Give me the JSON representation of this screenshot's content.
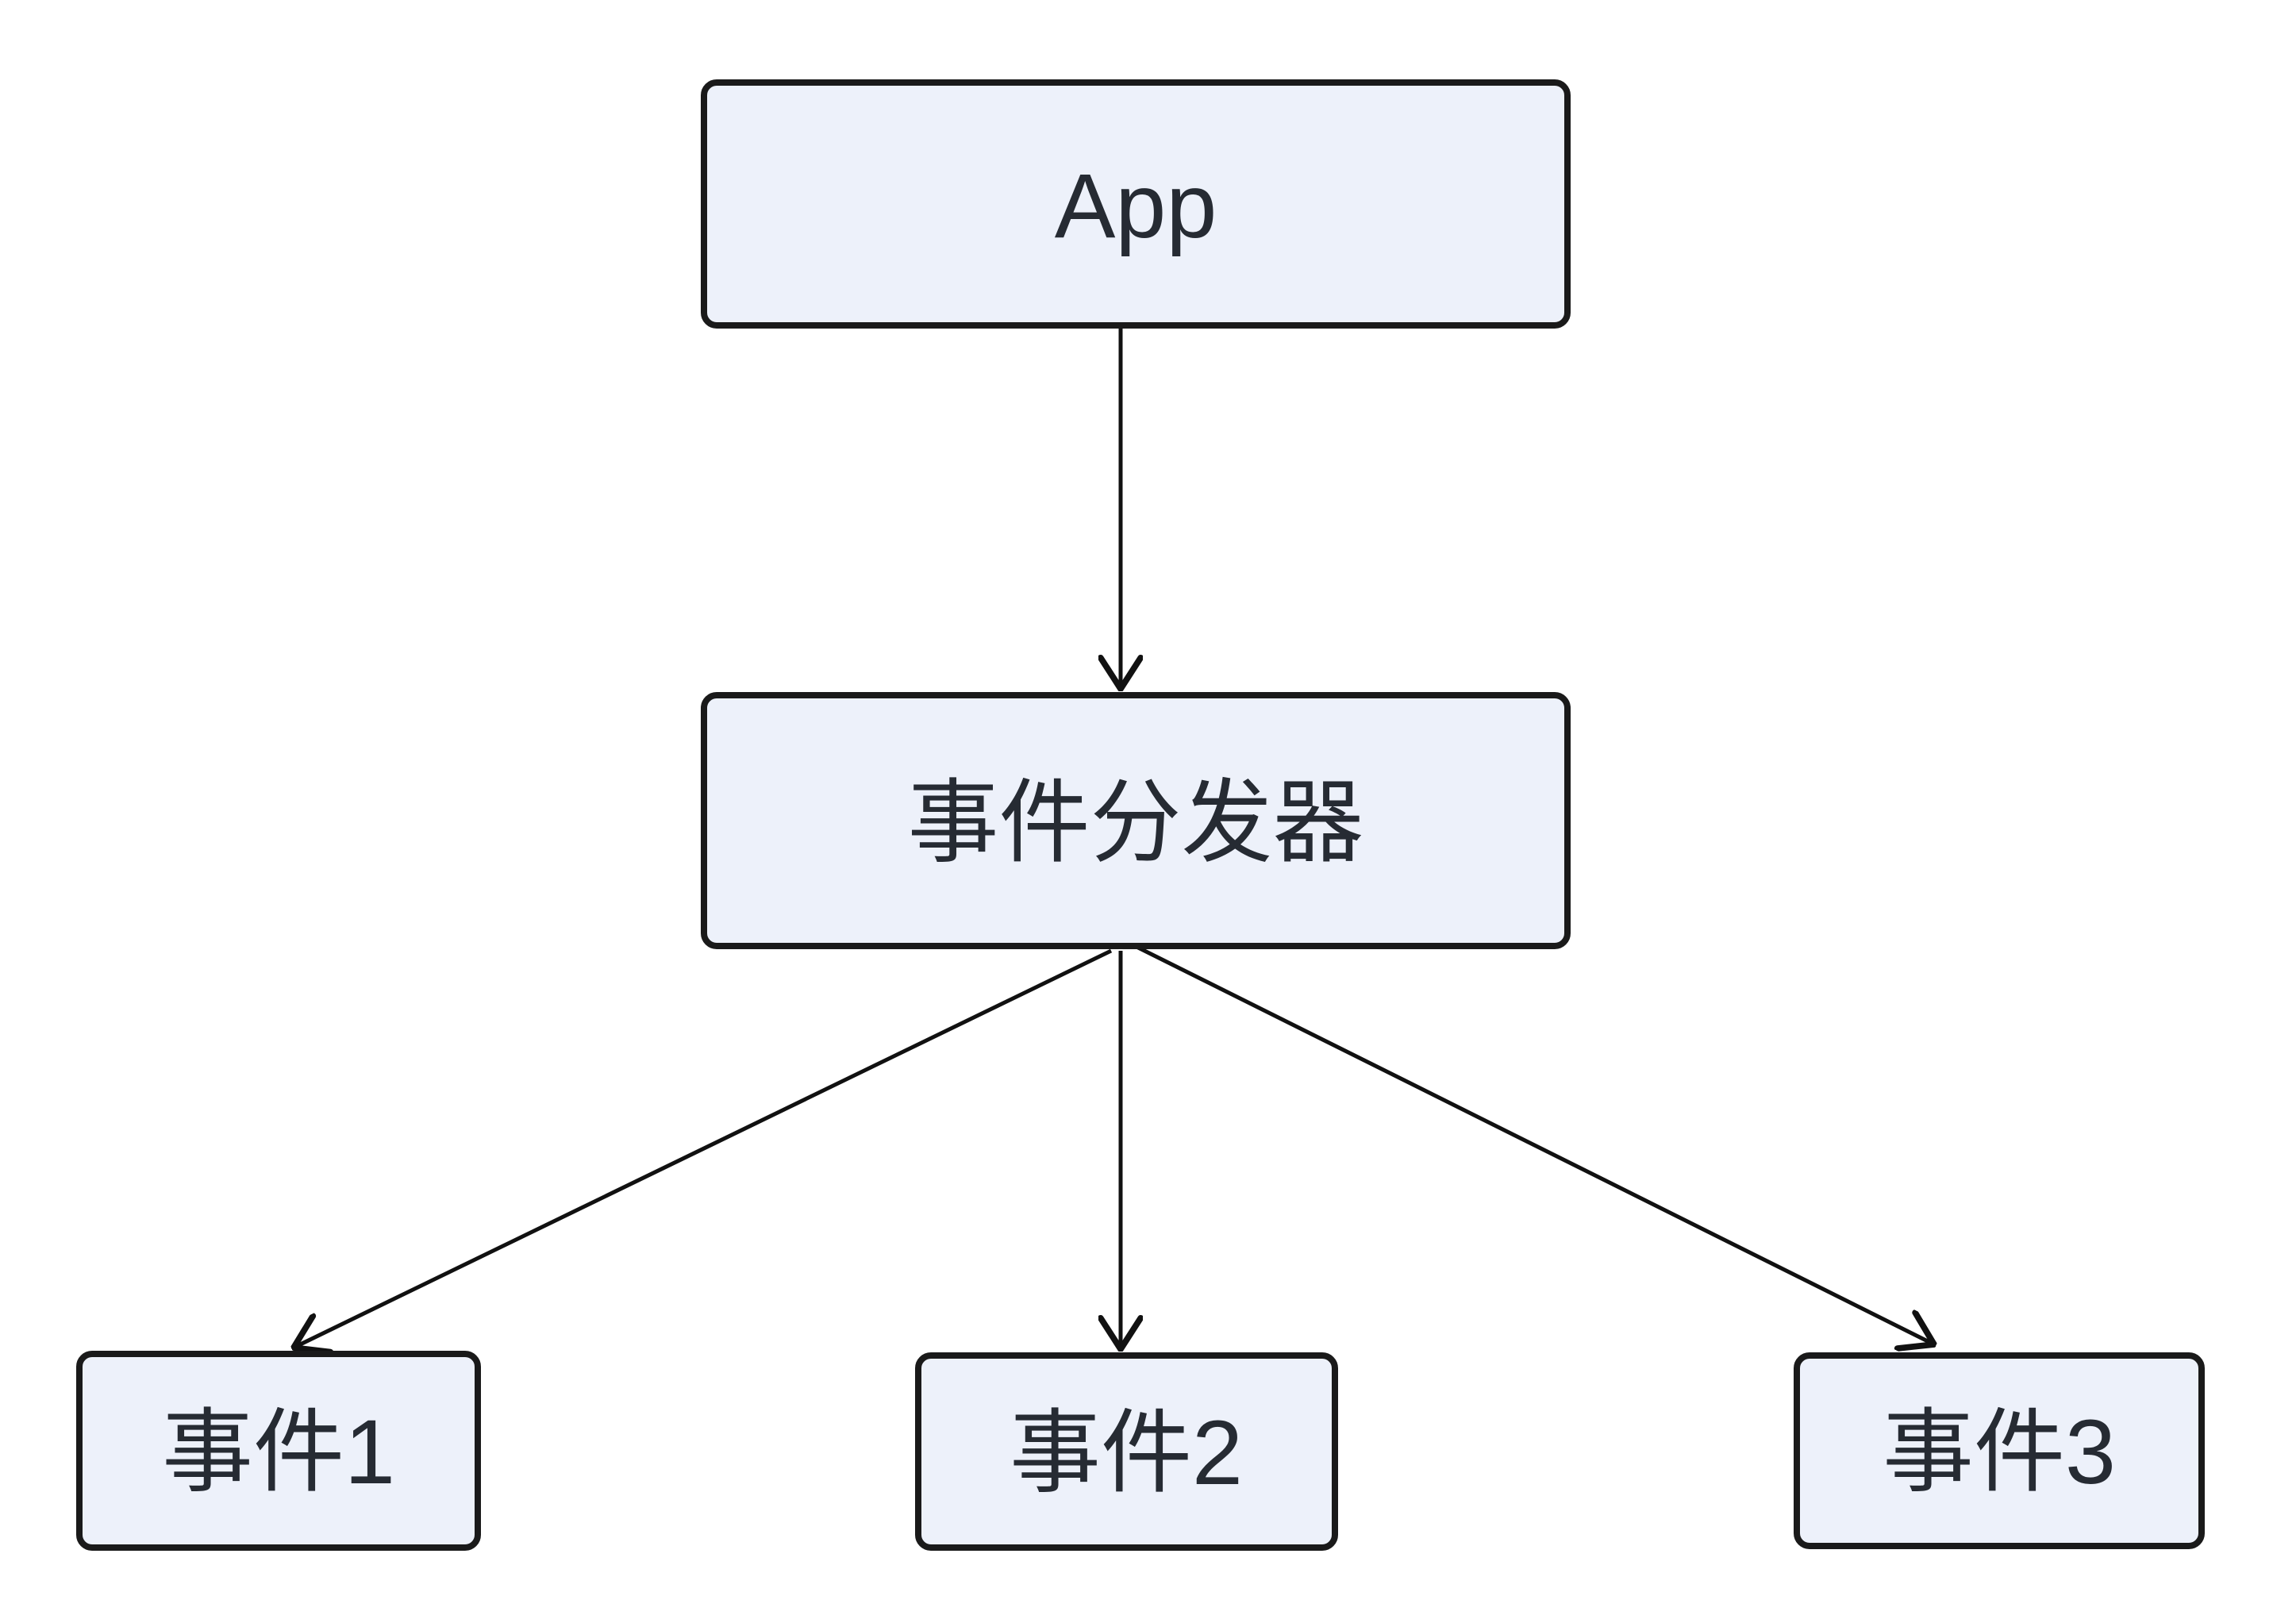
{
  "diagram": {
    "type": "flowchart",
    "direction": "top-down",
    "nodes": [
      {
        "id": "app",
        "label": "App"
      },
      {
        "id": "dispatcher",
        "label": "事件分发器"
      },
      {
        "id": "event1",
        "label": "事件1"
      },
      {
        "id": "event2",
        "label": "事件2"
      },
      {
        "id": "event3",
        "label": "事件3"
      }
    ],
    "edges": [
      {
        "from": "app",
        "to": "dispatcher"
      },
      {
        "from": "dispatcher",
        "to": "event1"
      },
      {
        "from": "dispatcher",
        "to": "event2"
      },
      {
        "from": "dispatcher",
        "to": "event3"
      }
    ],
    "colors": {
      "background": "#ffffff",
      "node_fill": "#edf1fa",
      "node_border": "#1a1a1a",
      "text": "#262b33",
      "edge": "#111111"
    }
  }
}
